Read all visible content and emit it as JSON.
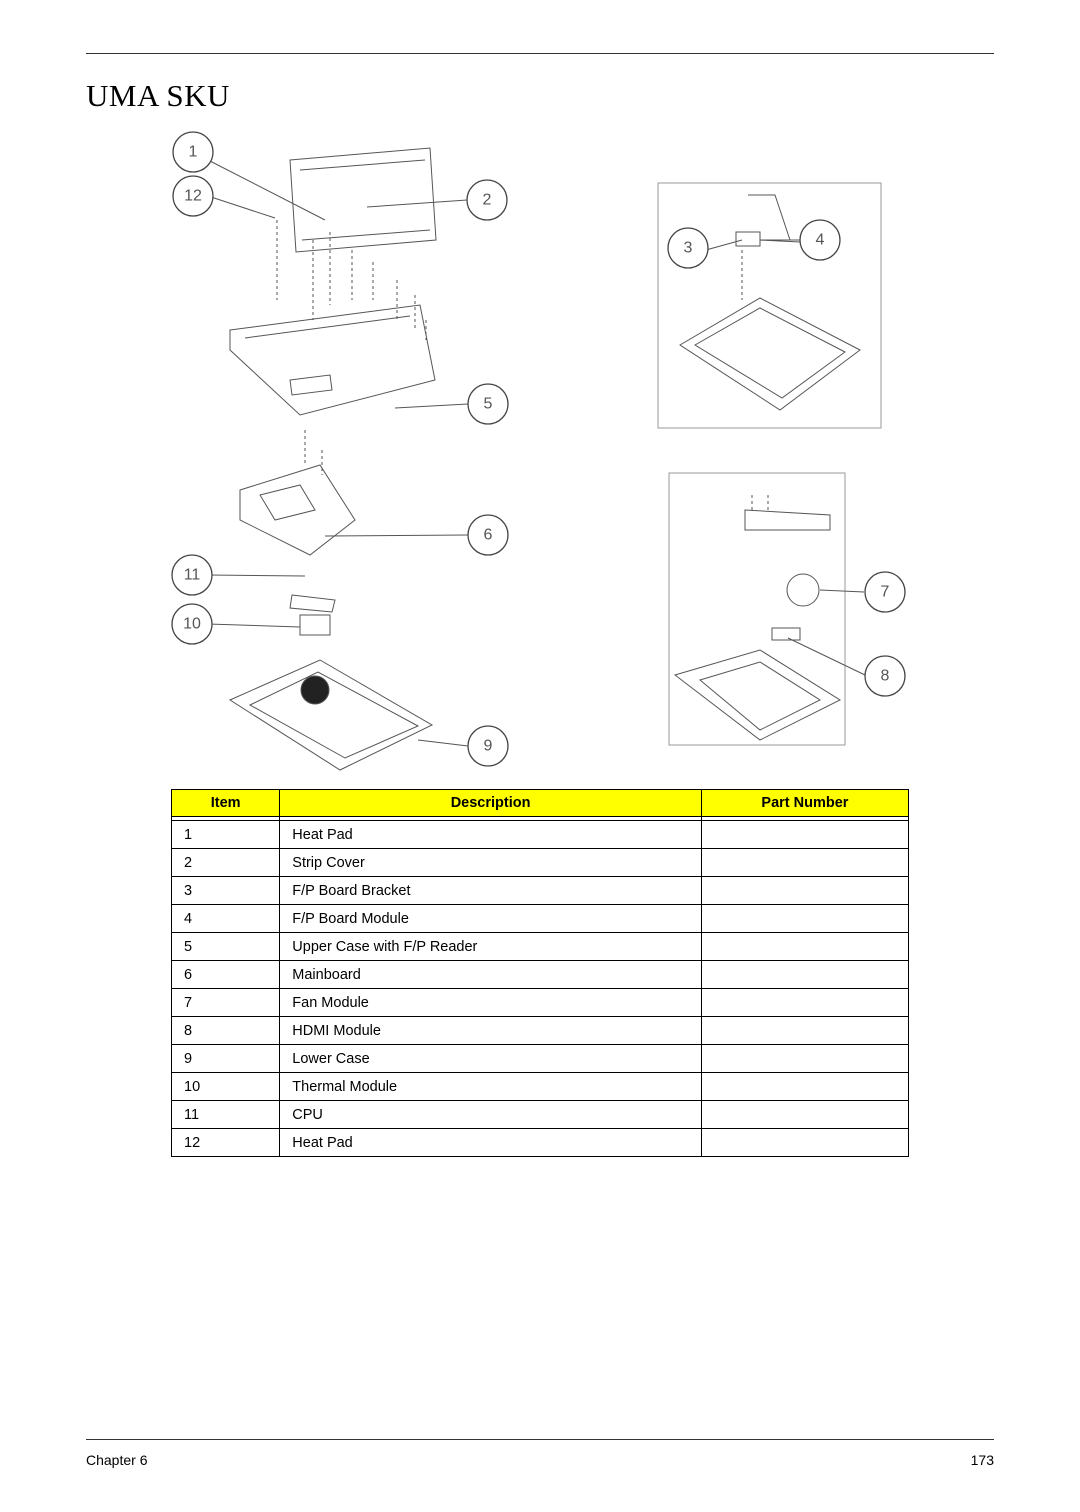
{
  "page": {
    "title": "UMA SKU",
    "footer_left": "Chapter 6",
    "footer_right": "173"
  },
  "diagram": {
    "callouts": [
      "1",
      "2",
      "3",
      "4",
      "5",
      "6",
      "7",
      "8",
      "9",
      "10",
      "11",
      "12"
    ]
  },
  "table": {
    "headers": [
      "Item",
      "Description",
      "Part Number"
    ],
    "header_color": "#ffff00",
    "rows": [
      {
        "item": "1",
        "description": "Heat Pad",
        "part_number": ""
      },
      {
        "item": "2",
        "description": "Strip Cover",
        "part_number": ""
      },
      {
        "item": "3",
        "description": "F/P Board Bracket",
        "part_number": ""
      },
      {
        "item": "4",
        "description": "F/P Board Module",
        "part_number": ""
      },
      {
        "item": "5",
        "description": "Upper Case with F/P Reader",
        "part_number": ""
      },
      {
        "item": "6",
        "description": "Mainboard",
        "part_number": ""
      },
      {
        "item": "7",
        "description": "Fan Module",
        "part_number": ""
      },
      {
        "item": "8",
        "description": "HDMI Module",
        "part_number": ""
      },
      {
        "item": "9",
        "description": "Lower Case",
        "part_number": ""
      },
      {
        "item": "10",
        "description": "Thermal Module",
        "part_number": ""
      },
      {
        "item": "11",
        "description": "CPU",
        "part_number": ""
      },
      {
        "item": "12",
        "description": "Heat Pad",
        "part_number": ""
      }
    ]
  }
}
